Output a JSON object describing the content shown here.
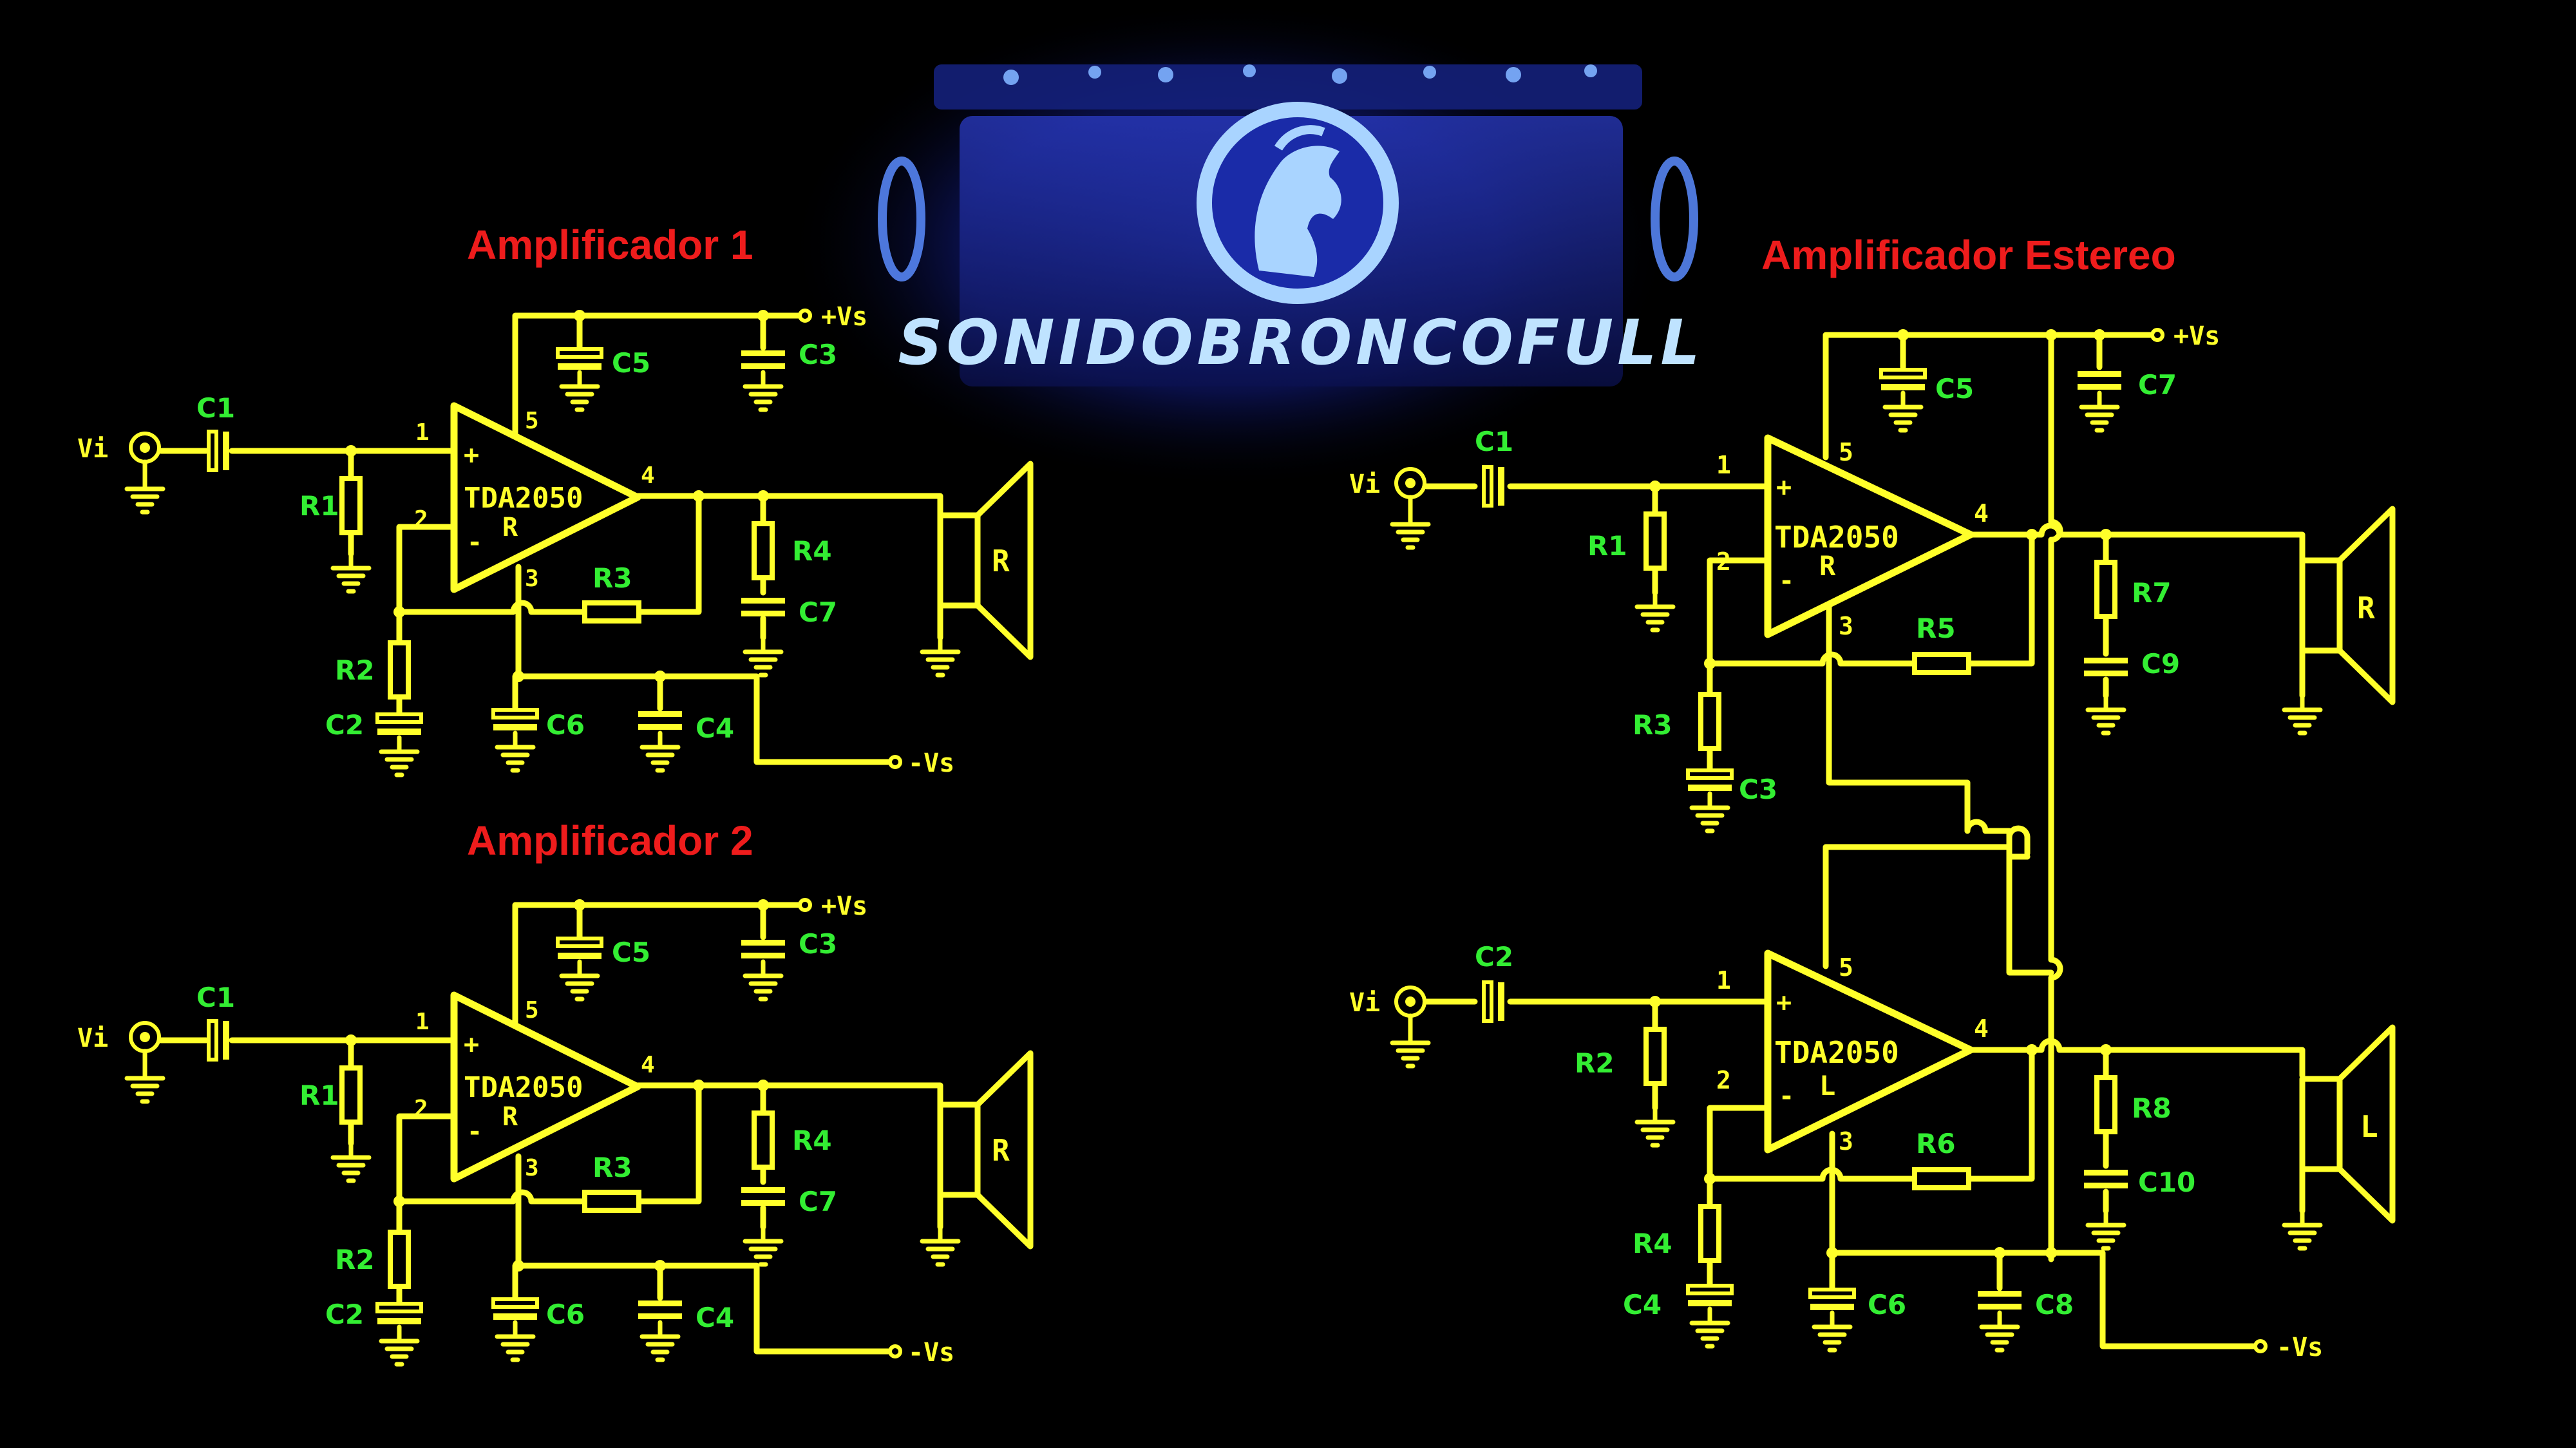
{
  "titles": {
    "amp1": "Amplificador 1",
    "amp2": "Amplificador 2",
    "stereo": "Amplificador Estereo"
  },
  "logo": {
    "text": "SONIDOBRONCOFULL",
    "icon": "horse-head-icon"
  },
  "mono": {
    "chip": "TDA2050",
    "channel": "R",
    "input": "Vi",
    "vplus": "+Vs",
    "vminus": "-Vs",
    "pins": [
      "1",
      "2",
      "3",
      "4",
      "5"
    ],
    "parts": {
      "c1": "C1",
      "c2": "C2",
      "c3": "C3",
      "c4": "C4",
      "c5": "C5",
      "c6": "C6",
      "c7": "C7",
      "r1": "R1",
      "r2": "R2",
      "r3": "R3",
      "r4": "R4"
    }
  },
  "stereo": {
    "chip": "TDA2050",
    "top": {
      "channel": "R",
      "input": "Vi",
      "pins": [
        "1",
        "2",
        "3",
        "4",
        "5"
      ],
      "parts": {
        "cin": "C1",
        "rin": "R1",
        "rfb": "R5",
        "rgnd": "R3",
        "cgnd": "C3",
        "zr": "R7",
        "zc": "C9",
        "cs1": "C5",
        "cs2": "C7"
      }
    },
    "bottom": {
      "channel": "L",
      "input": "Vi",
      "pins": [
        "1",
        "2",
        "3",
        "4",
        "5"
      ],
      "parts": {
        "cin": "C2",
        "rin": "R2",
        "rfb": "R6",
        "rgnd": "R4",
        "cgnd": "C4",
        "zr": "R8",
        "zc": "C10",
        "cs1": "C6",
        "cs2": "C8"
      }
    },
    "vplus": "+Vs",
    "vminus": "-Vs"
  },
  "colors": {
    "wire": "#ffff2a",
    "part_label": "#33ee33",
    "title": "#ee1c1c",
    "background": "#000000"
  }
}
